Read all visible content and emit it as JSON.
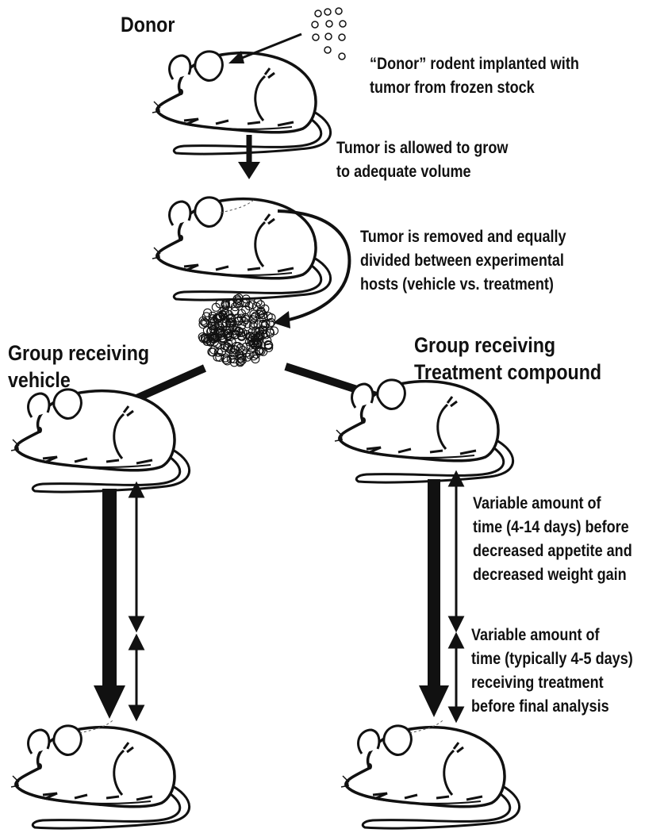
{
  "labels": {
    "donor": "Donor",
    "donor_desc": [
      "“Donor” rodent implanted with",
      "tumor from frozen stock"
    ],
    "grow": [
      "Tumor is allowed to grow",
      "to adequate volume"
    ],
    "removed": [
      "Tumor is removed and equally",
      "divided between experimental",
      "hosts (vehicle vs. treatment)"
    ],
    "group_vehicle": [
      "Group receiving",
      "vehicle"
    ],
    "group_treatment": [
      "Group receiving",
      "Treatment compound"
    ],
    "time_appetite": [
      "Variable amount of",
      "time (4-14 days) before",
      "decreased appetite and",
      "decreased weight gain"
    ],
    "time_treatment": [
      "Variable amount of",
      "time (typically 4-5 days)",
      "receiving treatment",
      "before final analysis"
    ]
  },
  "icons": {
    "rodent": "mouse-icon",
    "cells": "tumor-cells-icon",
    "tumor": "tumor-mass-icon"
  },
  "colors": {
    "ink": "#111111",
    "background": "#ffffff"
  }
}
